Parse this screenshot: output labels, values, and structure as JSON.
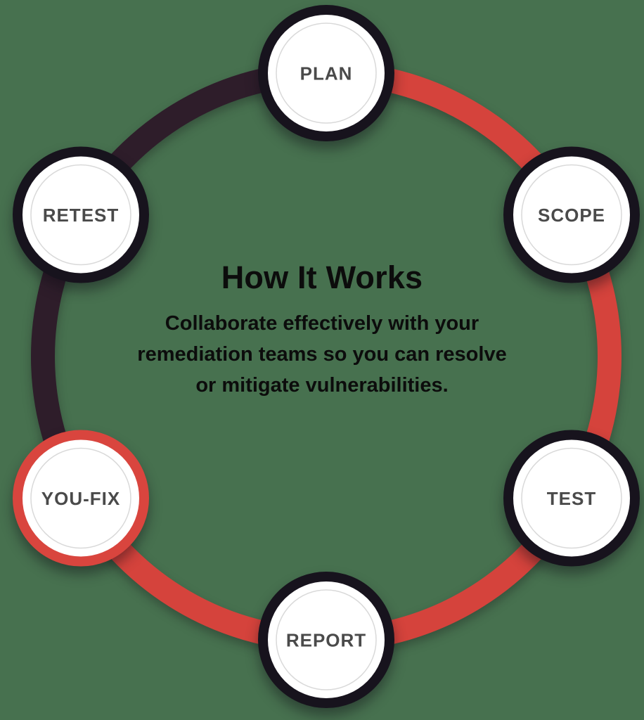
{
  "title": "How It Works",
  "description_lines": [
    "Collaborate effectively with your",
    "remediation teams so you can resolve",
    "or mitigate vulnerabilities."
  ],
  "colors": {
    "background": "#47714F",
    "ring_red": "#D5433C",
    "ring_dark": "#2E1D2A",
    "node_border_dark": "#17131D",
    "node_border_red": "#D9453E",
    "node_fill": "#FFFFFF",
    "node_inner_ring": "#D9D9D9",
    "node_text": "#4A4A4A",
    "heading_text": "#0C0C0C"
  },
  "ring_segments": [
    {
      "name": "ring-segment-red",
      "from_angle": -90,
      "to_angle": 150,
      "color_key": "ring_red"
    },
    {
      "name": "ring-segment-dark",
      "from_angle": 150,
      "to_angle": 270,
      "color_key": "ring_dark"
    }
  ],
  "nodes": [
    {
      "label": "PLAN",
      "angle": -90,
      "border_color_key": "node_border_dark"
    },
    {
      "label": "SCOPE",
      "angle": -30,
      "border_color_key": "node_border_dark"
    },
    {
      "label": "TEST",
      "angle": 30,
      "border_color_key": "node_border_dark"
    },
    {
      "label": "REPORT",
      "angle": 90,
      "border_color_key": "node_border_dark"
    },
    {
      "label": "YOU-FIX",
      "angle": 150,
      "border_color_key": "node_border_red"
    },
    {
      "label": "RETEST",
      "angle": 210,
      "border_color_key": "node_border_dark"
    }
  ]
}
